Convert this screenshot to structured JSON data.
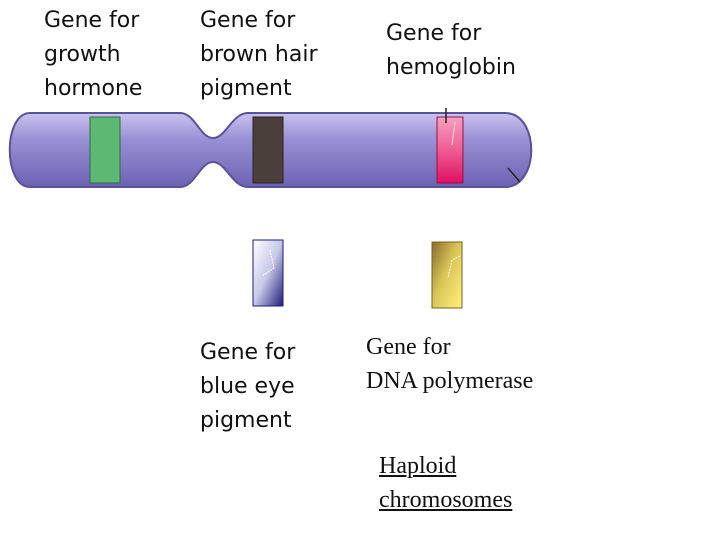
{
  "labels": {
    "growth_hormone": "Gene for\ngrowth\nhormone",
    "brown_hair": "Gene for\nbrown hair\npigment",
    "hemoglobin": "Gene for\nhemoglobin",
    "blue_eye": "Gene for\nblue eye\npigment",
    "dna_polymerase": "Gene for\nDNA polymerase",
    "haploid": "Haploid\nchromosomes"
  },
  "colors": {
    "chromosome_fill": "#8f86cc",
    "chromosome_stroke": "#5a5299",
    "growth_band": "#5cb873",
    "brown_band": "#4a3f3a",
    "hemoglobin_band": "#e8286e",
    "blue_gene": "#2a2a8c",
    "dna_gene": "#f0e060"
  }
}
